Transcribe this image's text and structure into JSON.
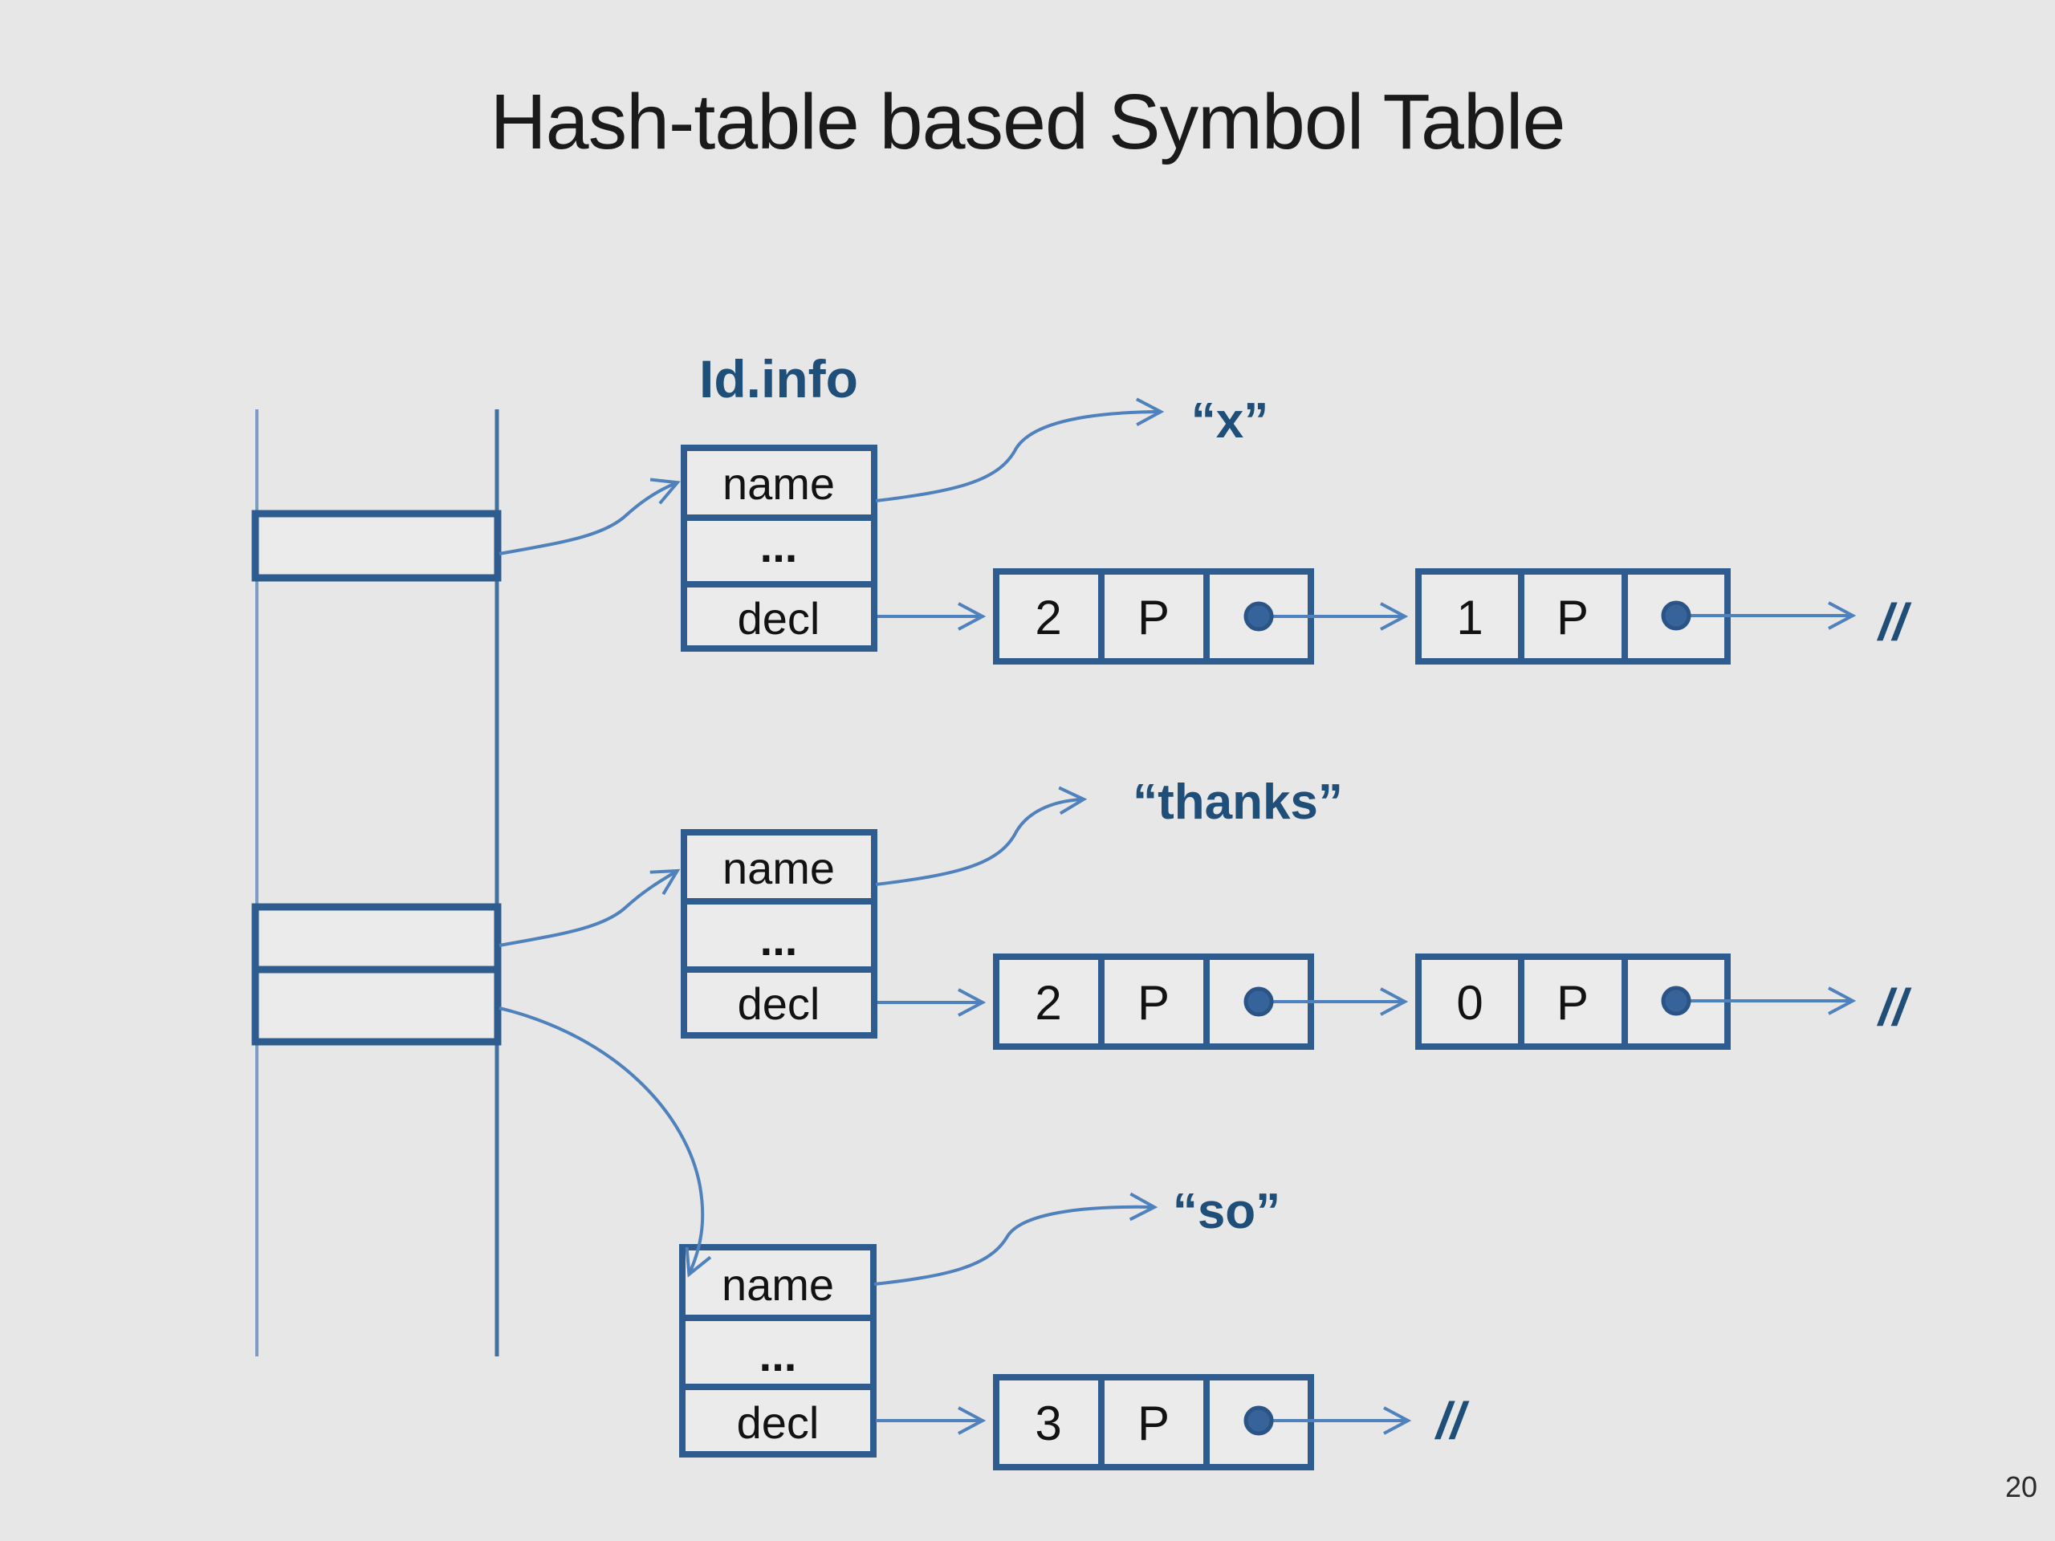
{
  "title": "Hash-table based Symbol Table",
  "page_number": "20",
  "labels": {
    "id_info": "Id.info",
    "name": "name",
    "dots": "...",
    "decl": "decl"
  },
  "strings": [
    "“x”",
    "“thanks”",
    "“so”"
  ],
  "rows": [
    {
      "nodes": [
        {
          "value": "2",
          "tag": "P"
        },
        {
          "value": "1",
          "tag": "P"
        }
      ],
      "terminator": "//"
    },
    {
      "nodes": [
        {
          "value": "2",
          "tag": "P"
        },
        {
          "value": "0",
          "tag": "P"
        }
      ],
      "terminator": "//"
    },
    {
      "nodes": [
        {
          "value": "3",
          "tag": "P"
        }
      ],
      "terminator": "//"
    }
  ],
  "colors": {
    "background": "#e7e7e7",
    "box_fill": "#ebebeb",
    "box_border": "#2e5c8e",
    "arrow": "#4f81bd",
    "dark_blue_text": "#1f4e79",
    "title_text": "#1a1a1a"
  }
}
